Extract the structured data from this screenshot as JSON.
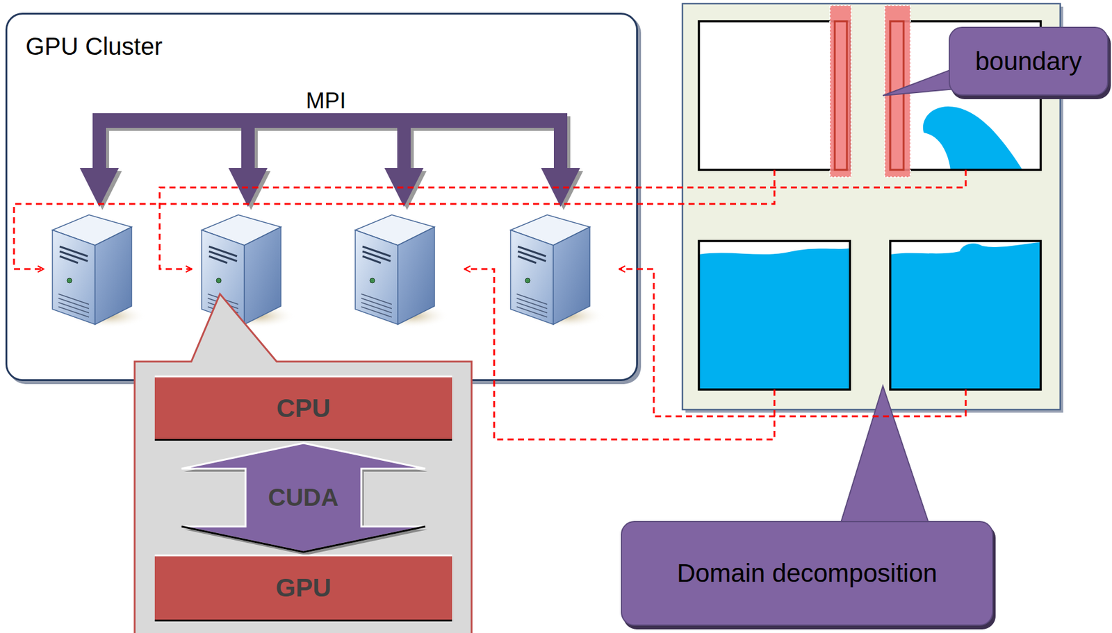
{
  "diagram": {
    "nodes": [
      {
        "text": [
          "GPU Cluster"
        ]
      },
      {
        "text": [
          "CPU"
        ]
      },
      {
        "text": [
          "GPU"
        ]
      },
      {
        "text": [
          "boundary"
        ]
      },
      {
        "text": [
          "Domain decomposition"
        ]
      }
    ],
    "edges": [
      {
        "from": 1,
        "to": 2,
        "arrow": "both",
        "label": "CUDA"
      }
    ],
    "labels": [
      "MPI"
    ]
  }
}
